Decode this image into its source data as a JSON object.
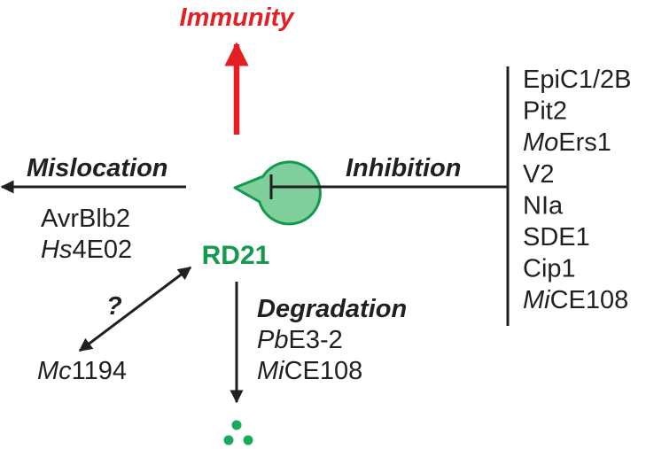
{
  "colors": {
    "ink": "#231f20",
    "immunity": "#e31e24",
    "rd21_stroke": "#149a4e",
    "rd21_fill": "#7ecf9b",
    "dots": "#1aaa5e"
  },
  "center": {
    "label": "RD21",
    "shape": "pacman-protease"
  },
  "immunity": {
    "label": "Immunity"
  },
  "mislocation": {
    "label": "Mislocation",
    "effectors": [
      {
        "prefix": "",
        "rest": "AvrBlb2"
      },
      {
        "prefix": "Hs",
        "rest": "4E02"
      }
    ]
  },
  "inhibition": {
    "label": "Inhibition",
    "effectors": [
      {
        "prefix": "",
        "rest": "EpiC1/2B"
      },
      {
        "prefix": "",
        "rest": "Pit2"
      },
      {
        "prefix": "Mo",
        "rest": "Ers1"
      },
      {
        "prefix": "",
        "rest": "V2"
      },
      {
        "prefix": "",
        "rest": "NIa"
      },
      {
        "prefix": "",
        "rest": "SDE1"
      },
      {
        "prefix": "",
        "rest": "Cip1"
      },
      {
        "prefix": "Mi",
        "rest": "CE108"
      }
    ]
  },
  "degradation": {
    "label": "Degradation",
    "effectors": [
      {
        "prefix": "Pb",
        "rest": "E3-2"
      },
      {
        "prefix": "Mi",
        "rest": "CE108"
      }
    ]
  },
  "unknown_interaction": {
    "label": "?",
    "effector": {
      "prefix": "Mc",
      "rest": "1194"
    }
  }
}
